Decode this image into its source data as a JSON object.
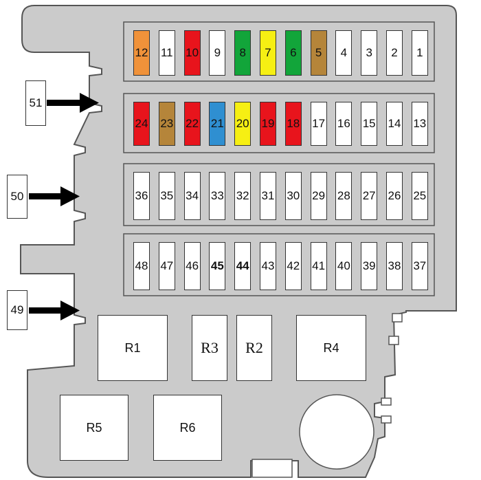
{
  "colors": {
    "housing": "#cbcbcb",
    "outline": "#555555",
    "orange": "#f0923a",
    "red": "#e8141c",
    "green": "#12a53a",
    "yellow": "#f6ef13",
    "brown": "#b5853a",
    "blue": "#2f8fd1",
    "white": "#ffffff",
    "arrow": "#000000"
  },
  "fuse_rows": [
    {
      "fuses": [
        {
          "label": "12",
          "color": "orange"
        },
        {
          "label": "11",
          "color": "white"
        },
        {
          "label": "10",
          "color": "red"
        },
        {
          "label": "9",
          "color": "white"
        },
        {
          "label": "8",
          "color": "green"
        },
        {
          "label": "7",
          "color": "yellow"
        },
        {
          "label": "6",
          "color": "green"
        },
        {
          "label": "5",
          "color": "brown"
        },
        {
          "label": "4",
          "color": "white"
        },
        {
          "label": "3",
          "color": "white"
        },
        {
          "label": "2",
          "color": "white"
        },
        {
          "label": "1",
          "color": "white"
        }
      ]
    },
    {
      "fuses": [
        {
          "label": "24",
          "color": "red"
        },
        {
          "label": "23",
          "color": "brown"
        },
        {
          "label": "22",
          "color": "red"
        },
        {
          "label": "21",
          "color": "blue"
        },
        {
          "label": "20",
          "color": "yellow"
        },
        {
          "label": "19",
          "color": "red"
        },
        {
          "label": "18",
          "color": "red"
        },
        {
          "label": "17",
          "color": "white"
        },
        {
          "label": "16",
          "color": "white"
        },
        {
          "label": "15",
          "color": "white"
        },
        {
          "label": "14",
          "color": "white"
        },
        {
          "label": "13",
          "color": "white"
        }
      ]
    },
    {
      "fuses": [
        {
          "label": "36",
          "color": "white"
        },
        {
          "label": "35",
          "color": "white"
        },
        {
          "label": "34",
          "color": "white"
        },
        {
          "label": "33",
          "color": "white"
        },
        {
          "label": "32",
          "color": "white"
        },
        {
          "label": "31",
          "color": "white"
        },
        {
          "label": "30",
          "color": "white"
        },
        {
          "label": "29",
          "color": "white"
        },
        {
          "label": "28",
          "color": "white"
        },
        {
          "label": "27",
          "color": "white"
        },
        {
          "label": "26",
          "color": "white"
        },
        {
          "label": "25",
          "color": "white"
        }
      ]
    },
    {
      "fuses": [
        {
          "label": "48",
          "color": "white"
        },
        {
          "label": "47",
          "color": "white"
        },
        {
          "label": "46",
          "color": "white"
        },
        {
          "label": "45",
          "color": "white",
          "bold": true
        },
        {
          "label": "44",
          "color": "white",
          "bold": true
        },
        {
          "label": "43",
          "color": "white"
        },
        {
          "label": "42",
          "color": "white"
        },
        {
          "label": "41",
          "color": "white"
        },
        {
          "label": "40",
          "color": "white"
        },
        {
          "label": "39",
          "color": "white"
        },
        {
          "label": "38",
          "color": "white"
        },
        {
          "label": "37",
          "color": "white"
        }
      ]
    }
  ],
  "side_fuses": {
    "f51": "51",
    "f50": "50",
    "f49": "49"
  },
  "relays": {
    "r1": "R1",
    "r2": "R2",
    "r3": "R3",
    "r4": "R4",
    "r5": "R5",
    "r6": "R6"
  }
}
